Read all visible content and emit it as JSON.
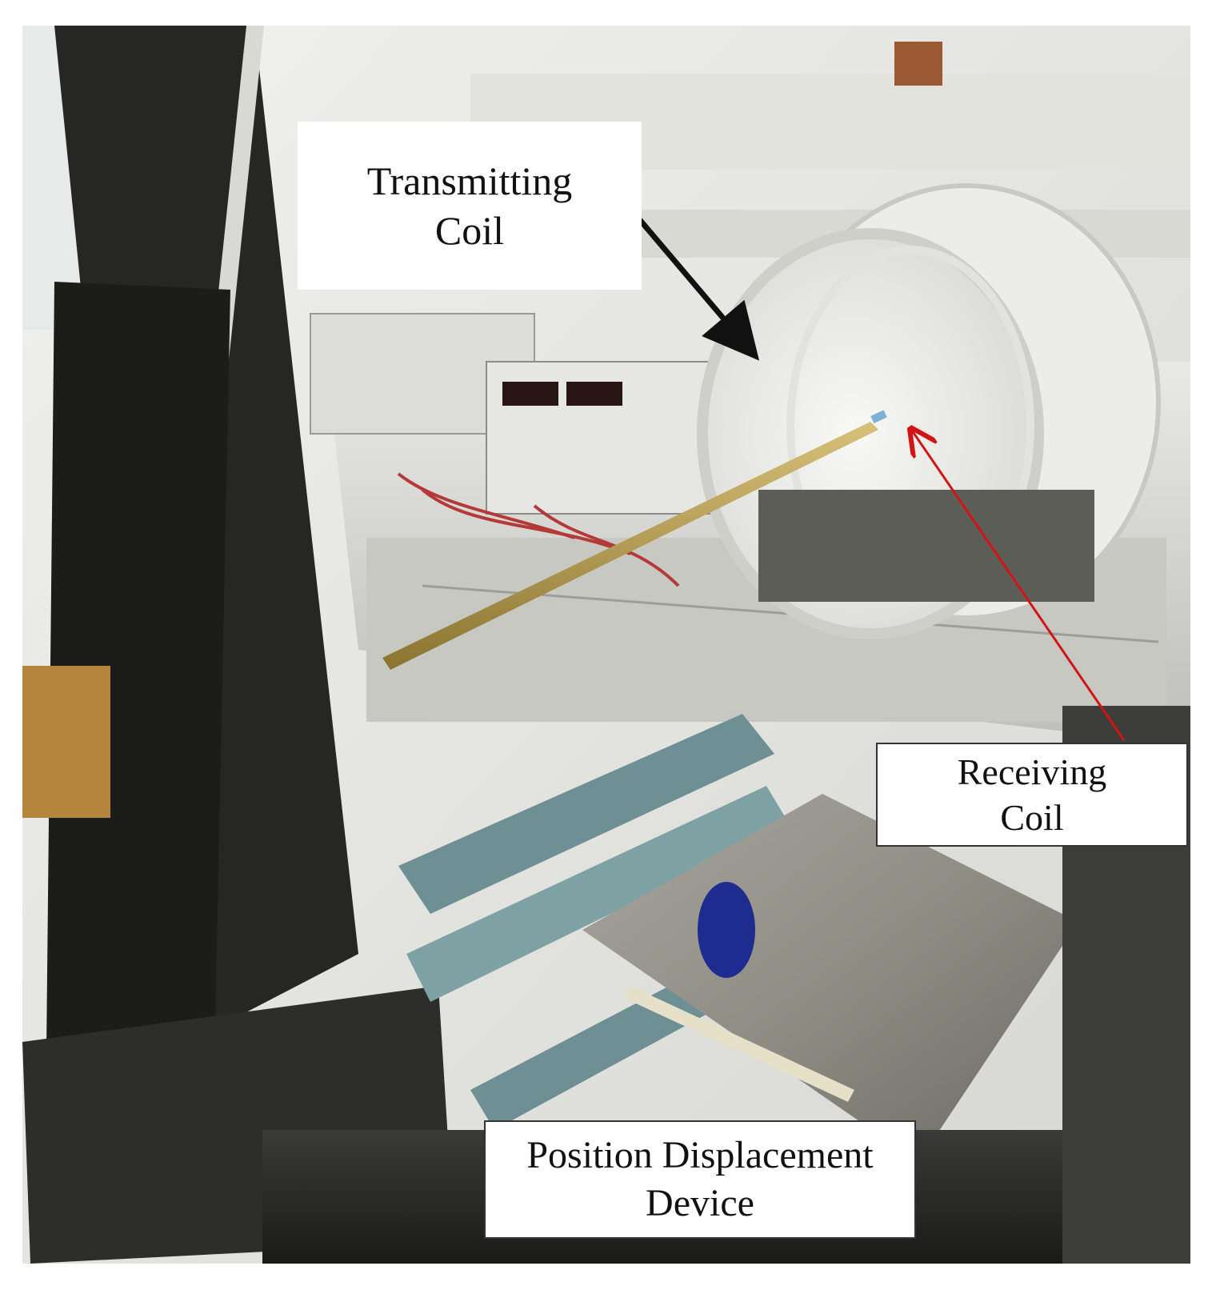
{
  "labels": {
    "transmitting_coil": [
      "Transmitting",
      "Coil"
    ],
    "receiving_coil": [
      "Receiving",
      "Coil"
    ],
    "position_displacement_device": [
      "Position Displacement",
      "Device"
    ]
  },
  "colors": {
    "arrow_transmitting": "#111111",
    "arrow_receiving": "#d21414"
  }
}
